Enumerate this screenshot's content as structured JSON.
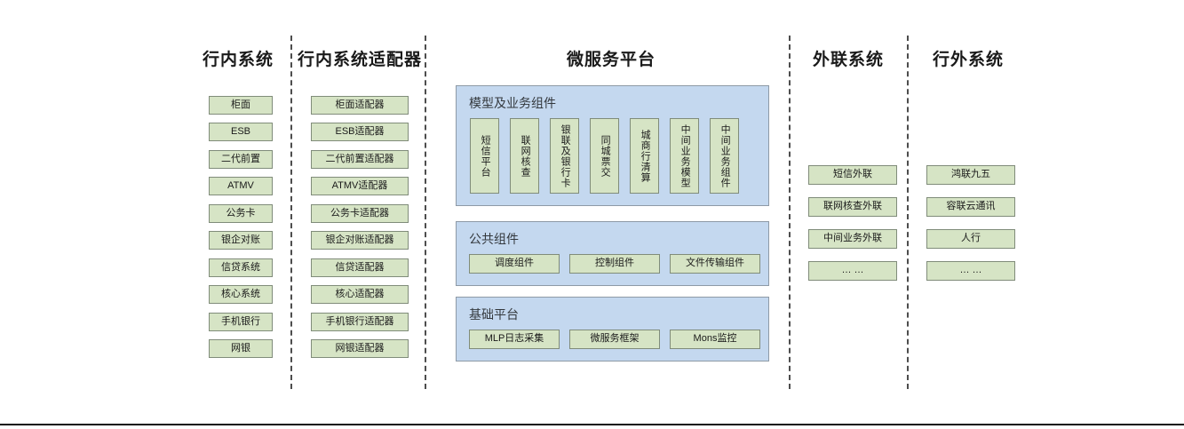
{
  "columns": [
    {
      "id": "internal-systems",
      "title": "行内系统",
      "items": [
        "柜面",
        "ESB",
        "二代前置",
        "ATMV",
        "公务卡",
        "银企对账",
        "信贷系统",
        "核心系统",
        "手机银行",
        "网银"
      ]
    },
    {
      "id": "internal-adapters",
      "title": "行内系统适配器",
      "items": [
        "柜面适配器",
        "ESB适配器",
        "二代前置适配器",
        "ATMV适配器",
        "公务卡适配器",
        "银企对账适配器",
        "信贷适配器",
        "核心适配器",
        "手机银行适配器",
        "网银适配器"
      ]
    },
    {
      "id": "external-link-systems",
      "title": "外联系统",
      "items": [
        "短信外联",
        "联网核查外联",
        "中间业务外联",
        "… …"
      ]
    },
    {
      "id": "outside-bank-systems",
      "title": "行外系统",
      "items": [
        "鸿联九五",
        "容联云通讯",
        "人行",
        "… …"
      ]
    }
  ],
  "platform": {
    "title": "微服务平台",
    "groups": [
      {
        "id": "model-business-components",
        "title": "模型及业务组件",
        "orientation": "vertical",
        "items": [
          "短信平台",
          "联网核查",
          "银联及银行卡",
          "同城票交",
          "城商行清算",
          "中间业务模型",
          "中间业务组件"
        ]
      },
      {
        "id": "public-components",
        "title": "公共组件",
        "orientation": "horizontal",
        "items": [
          "调度组件",
          "控制组件",
          "文件传输组件"
        ]
      },
      {
        "id": "base-platform",
        "title": "基础平台",
        "orientation": "horizontal",
        "items": [
          "MLP日志采集",
          "微服务框架",
          "Mons监控"
        ]
      }
    ]
  },
  "colors": {
    "node_fill": "#d6e4c5",
    "node_border": "#808c7a",
    "panel_fill": "#c4d8ef",
    "panel_border": "#8e9aa6",
    "separator": "#4d4d4d",
    "text": "#1a1a1a"
  }
}
